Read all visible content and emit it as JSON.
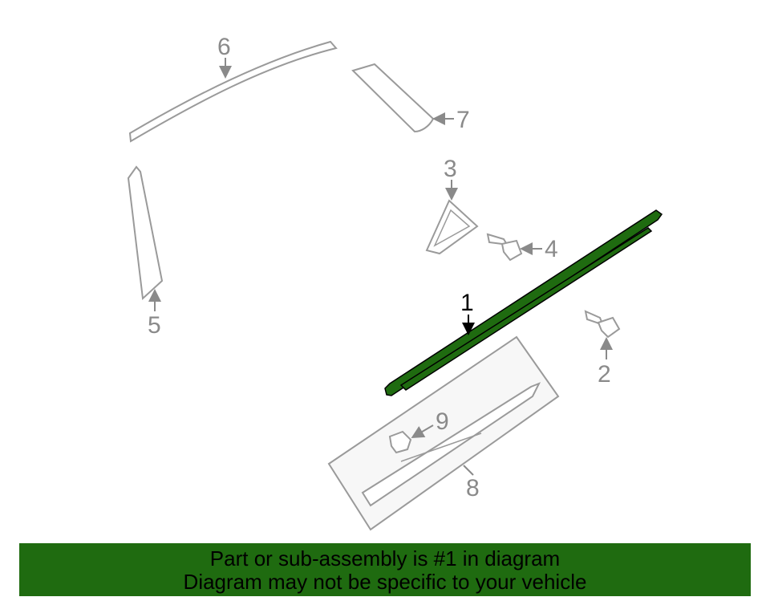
{
  "diagram": {
    "callouts": [
      {
        "id": "1",
        "label": "1",
        "part": "belt-molding",
        "highlighted": true
      },
      {
        "id": "2",
        "label": "2",
        "part": "screw"
      },
      {
        "id": "3",
        "label": "3",
        "part": "mirror-corner-trim"
      },
      {
        "id": "4",
        "label": "4",
        "part": "screw"
      },
      {
        "id": "5",
        "label": "5",
        "part": "a-pillar-molding"
      },
      {
        "id": "6",
        "label": "6",
        "part": "roof-drip-molding"
      },
      {
        "id": "7",
        "label": "7",
        "part": "rear-pillar-molding"
      },
      {
        "id": "8",
        "label": "8",
        "part": "rocker-molding-kit"
      },
      {
        "id": "9",
        "label": "9",
        "part": "clip"
      }
    ],
    "colors": {
      "highlight_part": "#1f6b10",
      "part_outline": "#9a9a9a",
      "active_label": "#000000",
      "inactive_label": "#8a8a8a"
    }
  },
  "banner": {
    "line1": "Part or sub-assembly is #1 in diagram",
    "line2": "Diagram may not be specific to your vehicle",
    "background": "#1f6b10"
  }
}
